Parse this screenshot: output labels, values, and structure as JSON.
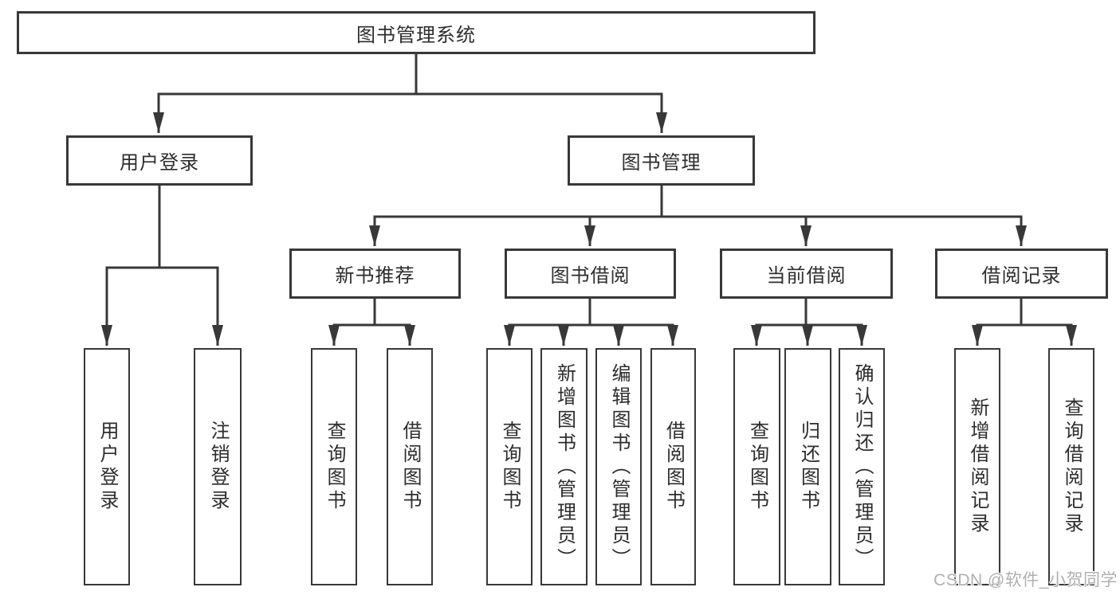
{
  "tree": {
    "label": "图书管理系统",
    "children": [
      {
        "label": "用户登录",
        "children": [
          {
            "label": "用户登录"
          },
          {
            "label": "注销登录"
          }
        ]
      },
      {
        "label": "图书管理",
        "children": [
          {
            "label": "新书推荐",
            "children": [
              {
                "label": "查询图书"
              },
              {
                "label": "借阅图书"
              }
            ]
          },
          {
            "label": "图书借阅",
            "children": [
              {
                "label": "查询图书"
              },
              {
                "label": "新增图书（管理员）"
              },
              {
                "label": "编辑图书（管理员）"
              },
              {
                "label": "借阅图书"
              }
            ]
          },
          {
            "label": "当前借阅",
            "children": [
              {
                "label": "查询图书"
              },
              {
                "label": "归还图书"
              },
              {
                "label": "确认归还（管理员）"
              }
            ]
          },
          {
            "label": "借阅记录",
            "children": [
              {
                "label": "新增借阅记录"
              },
              {
                "label": "查询借阅记录"
              }
            ]
          }
        ]
      }
    ]
  },
  "watermark": "CSDN @软件_小贺同学",
  "colors": {
    "line": "#383838",
    "text": "#2d2d2d",
    "watermark": "#b0b0b0",
    "background": "#ffffff"
  }
}
